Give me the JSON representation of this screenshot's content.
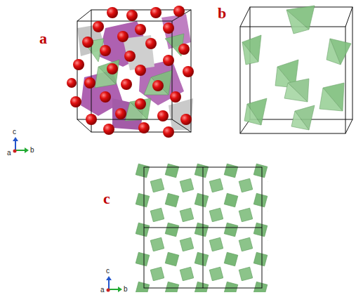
{
  "diagram": {
    "labels": [
      "a",
      "b",
      "c",
      "c",
      "b",
      "a",
      "c",
      "b",
      "a"
    ]
  }
}
